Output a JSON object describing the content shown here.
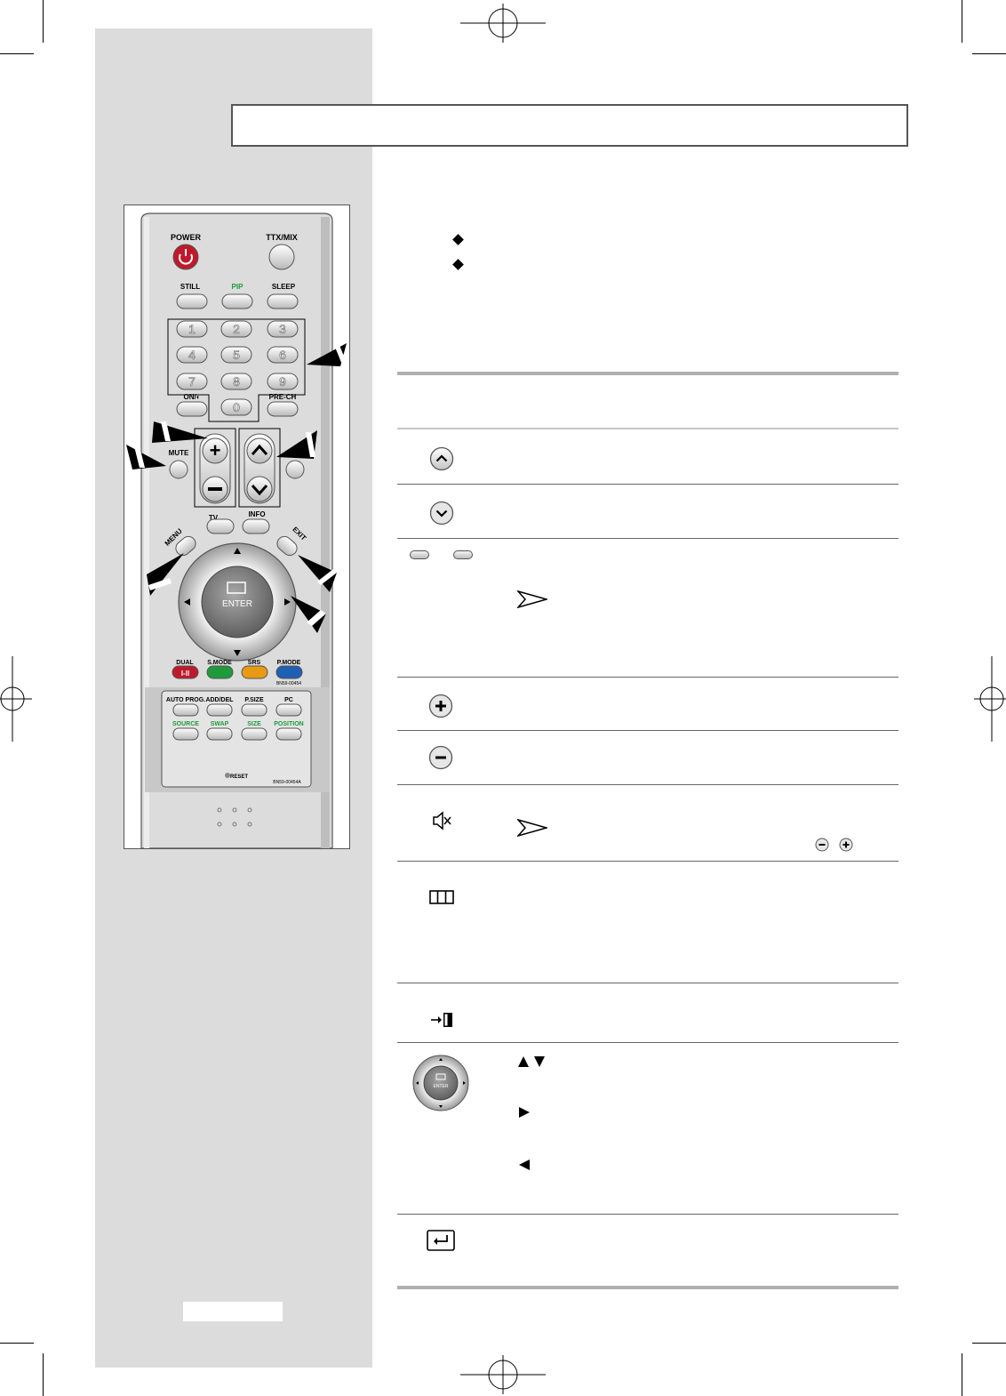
{
  "remote": {
    "labels": {
      "power": "POWER",
      "ttx_mix": "TTX/MIX",
      "still": "STILL",
      "pip": "PIP",
      "sleep": "SLEEP",
      "on_off": "ON/◐",
      "pre_ch": "PRE-CH",
      "mute": "MUTE",
      "tv": "TV",
      "info": "INFO",
      "menu": "MENU",
      "exit": "EXIT",
      "enter": "ENTER",
      "dual": "DUAL",
      "s_mode": "S.MODE",
      "srs": "SRS",
      "p_mode": "P.MODE",
      "dual_symbol": "I-II",
      "model_upper": "BN59-00454",
      "auto_prog": "AUTO PROG.",
      "add_del": "ADD/DEL",
      "p_size": "P.SIZE",
      "pc": "PC",
      "source": "SOURCE",
      "swap": "SWAP",
      "size": "SIZE",
      "position": "POSITION",
      "reset": "RESET",
      "model_lower": "BN59-00454A"
    },
    "digits": [
      "1",
      "2",
      "3",
      "4",
      "5",
      "6",
      "7",
      "8",
      "9",
      "0"
    ],
    "colors": {
      "power": "#c0192c",
      "green_text": "#1f9a3a",
      "dual": "#c0192c",
      "smode": "#1f9a3a",
      "srs": "#e89a12",
      "pmode": "#1f5fb4"
    }
  },
  "icons": {
    "bullets": [
      "diamond-bullet",
      "diamond-bullet"
    ],
    "rows": [
      "channel-up-icon",
      "channel-down-icon",
      "number-buttons-icon",
      "volume-up-icon",
      "volume-down-icon",
      "mute-icon",
      "menu-icon",
      "exit-icon",
      "navigation-pad-icon",
      "enter-icon"
    ],
    "notes": [
      "note-arrow-icon",
      "note-arrow-icon"
    ]
  }
}
